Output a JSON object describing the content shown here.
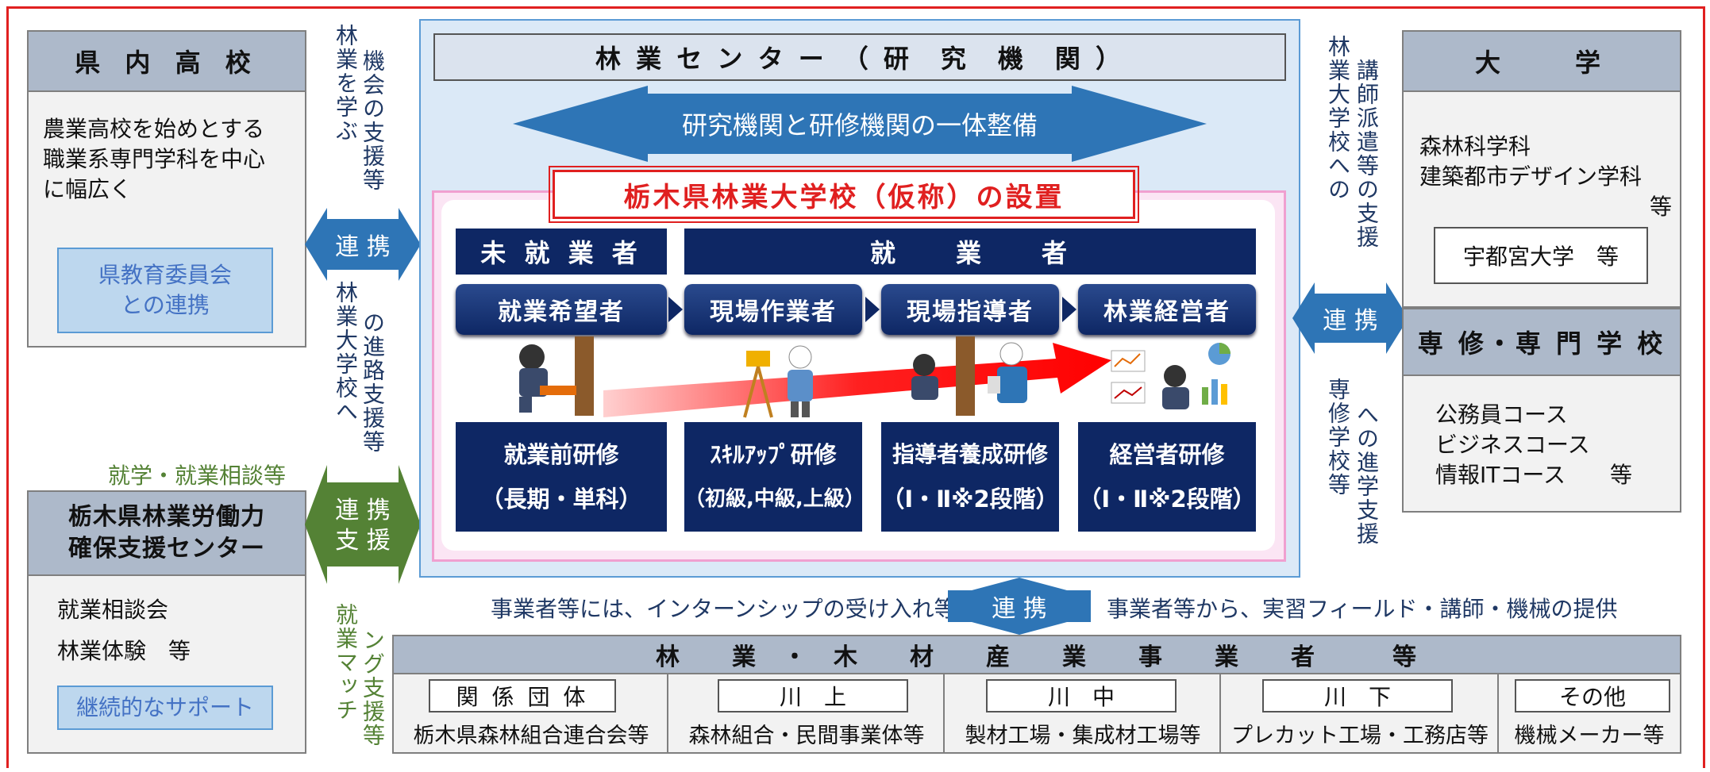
{
  "left_top": {
    "title": "県 内 高 校",
    "body": "農業高校を始めとする\n職業系専門学科を中心\nに幅広く",
    "box": "県教育委員会\nとの連携"
  },
  "left_label_top": {
    "col1": "林業を学ぶ",
    "col2": "機会の支援等"
  },
  "arrow_left_top": "連 携",
  "left_label_mid": {
    "col1": "林業大学校へ",
    "col2": "の進路支援等"
  },
  "left_bottom_caption": "就学・就業相談等",
  "left_bottom": {
    "title": "栃木県林業労働力\n確保支援センター",
    "body1": "就業相談会",
    "body2": "林業体験　等",
    "box": "継続的なサポート"
  },
  "arrow_left_bottom": "連 携\n支 援",
  "left_label_bottom": {
    "col1": "就業マッチ",
    "col2": "ング支援等"
  },
  "center": {
    "title": "林 業 セ ン タ ー　（ 研　究　機　関 ）",
    "banner": "研究機関と研修機関の一体整備",
    "college": "栃木県林業大学校（仮称）の設置",
    "unemployed": "未 就 業 者",
    "employed": "就　　業　　者",
    "stages": [
      "就業希望者",
      "現場作業者",
      "現場指導者",
      "林業経営者"
    ],
    "trainings": [
      {
        "name": "就業前研修",
        "detail": "（長期・単科）"
      },
      {
        "name": "ｽｷﾙｱｯﾌﾟ研修",
        "detail": "（初級,中級,上級）"
      },
      {
        "name": "指導者養成研修",
        "detail": "（Ⅰ・Ⅱ※2段階）"
      },
      {
        "name": "経営者研修",
        "detail": "（Ⅰ・Ⅱ※2段階）"
      }
    ]
  },
  "right_label_top": {
    "col1": "林業大学校への",
    "col2": "講師派遣等の支援"
  },
  "arrow_right": "連 携",
  "right_label_bottom": {
    "col1": "専修学校等",
    "col2": "への進学支援"
  },
  "right_top": {
    "title": "大　　学",
    "body": "森林科学科\n建築都市デザイン学科",
    "suffix": "等",
    "box": "宇都宮大学　等"
  },
  "right_bottom": {
    "title": "専 修・専 門 学 校",
    "body": "公務員コース\nビジネスコース\n情報ITコース　　等"
  },
  "bottom": {
    "left_text": "事業者等には、インターンシップの受け入れ等",
    "arrow": "連 携",
    "right_text": "事業者等から、実習フィールド・講師・機械の提供",
    "title": "林　　業　・　木　　材　　産　　業　　事　　業　　者　　　等",
    "cols": [
      {
        "head": "関 係 団 体",
        "body": "栃木県森林組合連合会等"
      },
      {
        "head": "川　上",
        "body": "森林組合・民間事業体等"
      },
      {
        "head": "川　中",
        "body": "製材工場・集成材工場等"
      },
      {
        "head": "川　下",
        "body": "プレカット工場・工務店等"
      },
      {
        "head": "その他",
        "body": "機械メーカー等"
      }
    ]
  },
  "colors": {
    "navy": "#0e2764",
    "arrow_blue": "#2e75b6",
    "arrow_green": "#548235",
    "frame_red": "#e02020",
    "panel_head": "#adb9ca"
  }
}
